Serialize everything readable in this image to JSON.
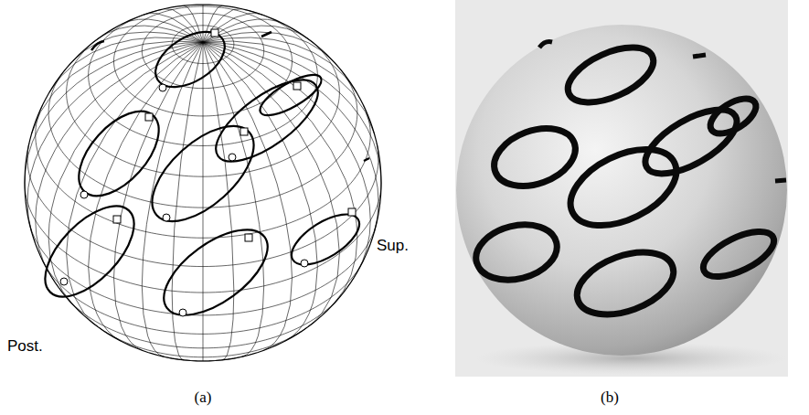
{
  "diagram": {
    "labels": [
      "Post.",
      "Sup.",
      "(a)",
      "(b)"
    ]
  }
}
